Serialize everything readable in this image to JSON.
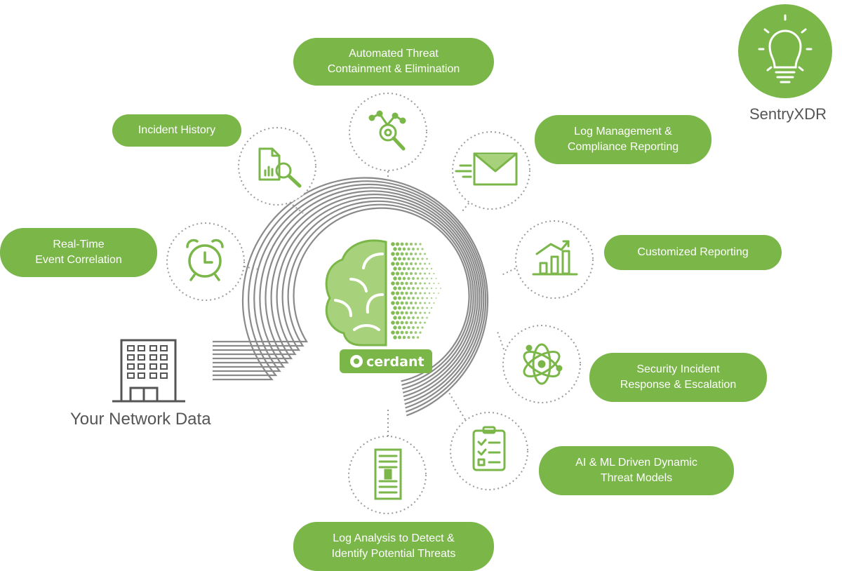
{
  "brand": {
    "name": "SentryXDR",
    "partner_logo_text": "cerdant"
  },
  "source": {
    "label": "Your Network Data"
  },
  "features": [
    {
      "id": "automated-threat",
      "lines": [
        "Automated Threat",
        "Containment & Elimination"
      ],
      "icon": "target-analysis-icon"
    },
    {
      "id": "incident-history",
      "lines": [
        "Incident History"
      ],
      "icon": "document-search-icon"
    },
    {
      "id": "log-management",
      "lines": [
        "Log Management &",
        "Compliance Reporting"
      ],
      "icon": "envelope-icon"
    },
    {
      "id": "realtime-correlation",
      "lines": [
        "Real-Time",
        "Event Correlation"
      ],
      "icon": "alarm-clock-icon"
    },
    {
      "id": "customized-reporting",
      "lines": [
        "Customized Reporting"
      ],
      "icon": "bar-chart-icon"
    },
    {
      "id": "incident-response",
      "lines": [
        "Security Incident",
        "Response & Escalation"
      ],
      "icon": "atom-icon"
    },
    {
      "id": "ai-ml-models",
      "lines": [
        "AI & ML Driven Dynamic",
        "Threat Models"
      ],
      "icon": "clipboard-checklist-icon"
    },
    {
      "id": "log-analysis",
      "lines": [
        "Log Analysis to Detect &",
        "Identify Potential Threats"
      ],
      "icon": "server-rack-icon"
    }
  ],
  "colors": {
    "accent": "#7ab648",
    "accent_light": "#a8d17c",
    "line": "#8a8a8a",
    "dots": "#999999",
    "text": "#555555"
  }
}
